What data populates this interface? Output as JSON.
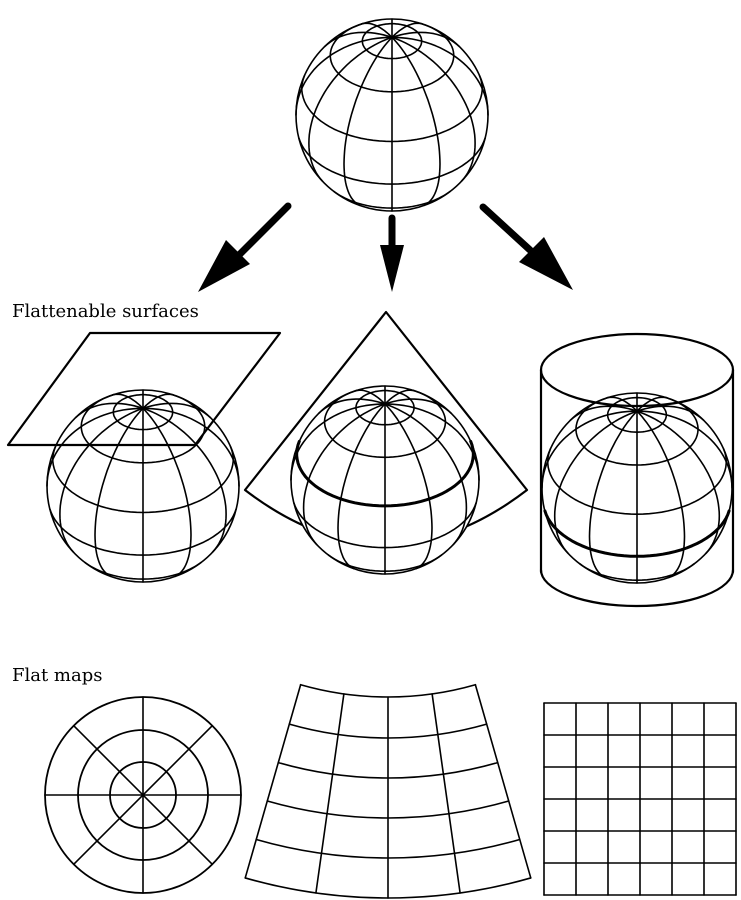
{
  "labels": {
    "surfaces": "Flattenable surfaces",
    "flat_maps": "Flat maps"
  },
  "arrows": [
    "arrow-to-plane",
    "arrow-to-cone",
    "arrow-to-cylinder"
  ],
  "surface_types": [
    "plane",
    "cone",
    "cylinder"
  ],
  "flat_map_types": [
    "azimuthal",
    "conic",
    "cylindrical"
  ],
  "colors": {
    "ink": "#000000",
    "paper": "#ffffff"
  }
}
